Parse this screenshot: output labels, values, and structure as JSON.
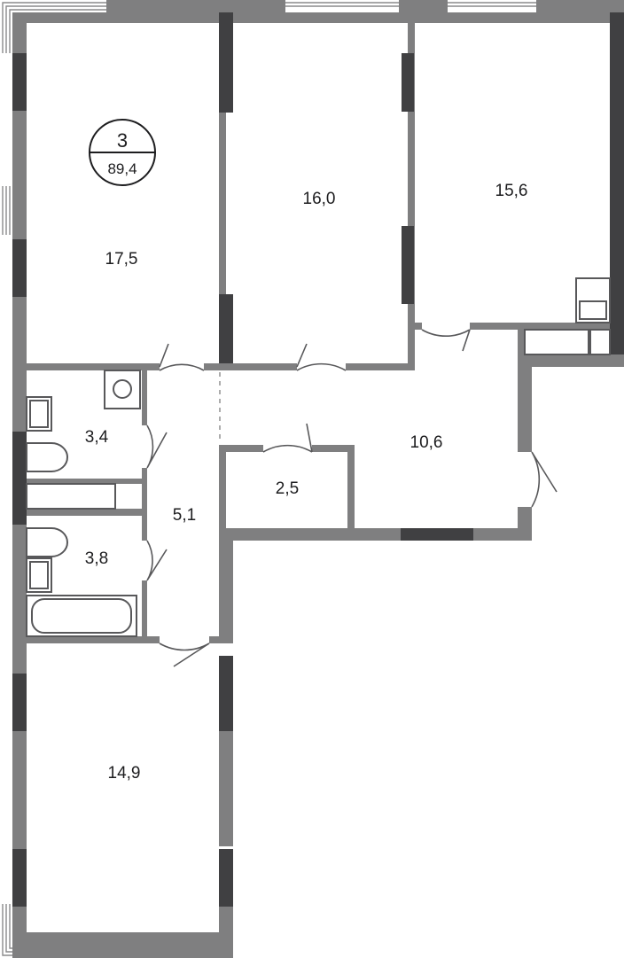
{
  "badge": {
    "rooms": "3",
    "total_area": "89,4"
  },
  "rooms": {
    "bedroom_top_left": "17,5",
    "bedroom_top_middle": "16,0",
    "bedroom_top_right": "15,6",
    "bathroom_upper": "3,4",
    "bathroom_lower": "3,8",
    "corridor": "5,1",
    "storage": "2,5",
    "hall": "10,6",
    "bedroom_bottom": "14,9"
  },
  "colors": {
    "wall": "#7f7f80",
    "wall_dark": "#404042",
    "background": "#ffffff"
  }
}
